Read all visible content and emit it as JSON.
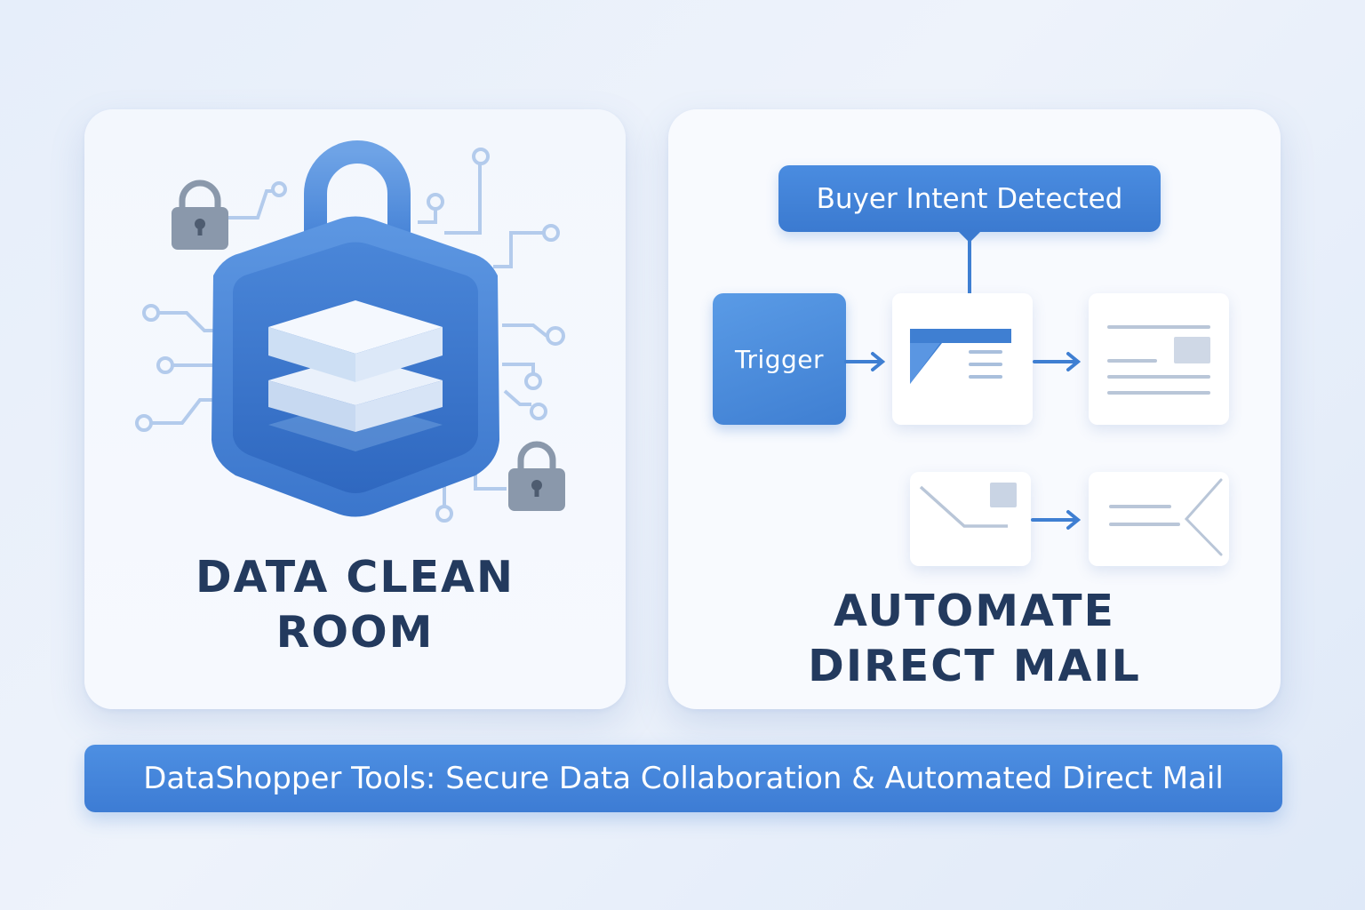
{
  "data_clean_room": {
    "title_line1": "DATA CLEAN",
    "title_line2": "ROOM"
  },
  "direct_mail": {
    "intent_label": "Buyer Intent Detected",
    "trigger_label": "Trigger",
    "title_line1": "AUTOMATE",
    "title_line2": "DIRECT MAIL"
  },
  "footer": {
    "text": "DataShopper Tools: Secure Data Collaboration & Automated Direct Mail"
  },
  "colors": {
    "accent_blue": "#3f7fd2",
    "dark_text": "#233a5e",
    "circuit_lines": "#b3cbec",
    "padlock_gray": "#8a98ab"
  },
  "icons": [
    "padlock-icon",
    "data-layers-icon",
    "circuit-icon",
    "envelope-icon",
    "postcard-icon",
    "arrow-right-icon"
  ]
}
